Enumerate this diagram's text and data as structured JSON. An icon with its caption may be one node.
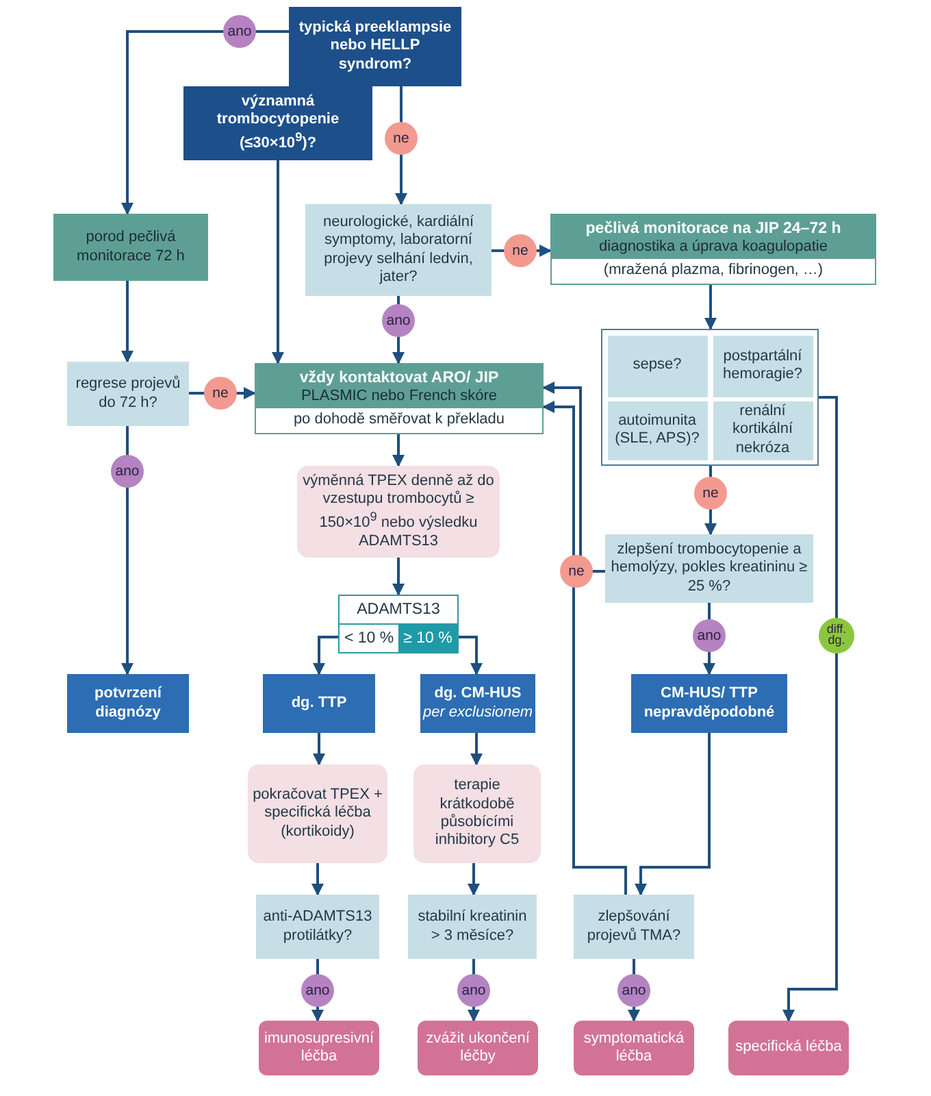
{
  "diagram": {
    "nodes": [
      {
        "text": [
          "typická preeklampsie nebo HELLP syndrom?"
        ]
      },
      {
        "text": [
          "významná trombocytopenie (≤30×10$^{9}$)?"
        ]
      },
      {
        "text": [
          "porod pečlivá monitorace 72 h"
        ]
      },
      {
        "text": [
          "neurologické, kardiální symptomy, laboratorní projevy selhání ledvin, jater?"
        ]
      },
      {
        "text": [
          "pečlivá monitorace na JIP 24–72 h",
          "diagnostika a úprava koagulopatie",
          "(mražená plazma, fibrinogen, …)"
        ]
      },
      {
        "text": [],
        "shape": "box"
      },
      {
        "text": [
          "sepse?"
        ],
        "in": 5
      },
      {
        "text": [
          "postpartální hemoragie?"
        ],
        "in": 5
      },
      {
        "text": [
          "autoimunita (SLE, APS)?"
        ],
        "in": 5
      },
      {
        "text": [
          "renální kortikální nekróza"
        ],
        "in": 5
      },
      {
        "text": [
          "regrese projevů do 72 h?"
        ]
      },
      {
        "text": [
          "vždy kontaktovat ARO/ JIP",
          "PLASMIC nebo French skóre",
          "po dohodě směřovat k překladu"
        ]
      },
      {
        "text": [
          "výměnná TPEX denně až do vzestupu trombocytů ≥ 150×10$^{9}$ nebo výsledku ADAMTS13"
        ]
      },
      {
        "text": [
          "ADAMTS13",
          "< 10 %",
          "≥ 10 %"
        ]
      },
      {
        "text": [
          "zlepšení trombocytopenie a hemolýzy, pokles kreatininu ≥ 25 %?"
        ]
      },
      {
        "text": [
          "potvrzení diagnózy"
        ]
      },
      {
        "text": [
          "dg. TTP"
        ]
      },
      {
        "text": [
          "dg. CM-HUS",
          "per exclusionem"
        ]
      },
      {
        "text": [
          "CM-HUS/ TTP nepravděpodobné"
        ]
      },
      {
        "text": [
          "pokračovat TPEX + specifická léčba (kortikoidy)"
        ]
      },
      {
        "text": [
          "terapie krátkodobě působícími inhibitory C5"
        ]
      },
      {
        "text": [
          "anti-ADAMTS13 protilátky?"
        ]
      },
      {
        "text": [
          "stabilní kreatinin > 3 měsíce?"
        ]
      },
      {
        "text": [
          "zlepšování projevů TMA?"
        ]
      },
      {
        "text": [
          "imunosupresivní léčba"
        ]
      },
      {
        "text": [
          "zvážit ukončení léčby"
        ]
      },
      {
        "text": [
          "symptomatická léčba"
        ]
      },
      {
        "text": [
          "specifická léčba"
        ]
      }
    ],
    "edges": [
      {
        "from": 0,
        "to": 2,
        "arrow": "to",
        "label": "ano"
      },
      {
        "from": 0,
        "to": 3,
        "arrow": "to",
        "label": "ne"
      },
      {
        "from": 1,
        "to": 11,
        "arrow": "to"
      },
      {
        "from": 2,
        "to": 10,
        "arrow": "to"
      },
      {
        "from": 3,
        "to": 4,
        "arrow": "to",
        "label": "ne"
      },
      {
        "from": 3,
        "to": 11,
        "arrow": "to",
        "label": "ano"
      },
      {
        "from": 4,
        "to": 5,
        "arrow": "to"
      },
      {
        "from": 10,
        "to": 11,
        "arrow": "to",
        "label": "ne"
      },
      {
        "from": 10,
        "to": 15,
        "arrow": "to",
        "label": "ano"
      },
      {
        "from": 5,
        "to": 14,
        "arrow": "to",
        "label": "ne"
      },
      {
        "from": 14,
        "to": 11,
        "arrow": "to",
        "label": "ne"
      },
      {
        "from": 14,
        "to": 18,
        "arrow": "to",
        "label": "ano"
      },
      {
        "from": 5,
        "to": 27,
        "arrow": "to",
        "label": "diff. dg."
      },
      {
        "from": 11,
        "to": 12,
        "arrow": "to"
      },
      {
        "from": 12,
        "to": 13,
        "arrow": "to"
      },
      {
        "from": 13,
        "to": 16,
        "arrow": "to"
      },
      {
        "from": 13,
        "to": 17,
        "arrow": "to"
      },
      {
        "from": 18,
        "to": 23,
        "arrow": "to"
      },
      {
        "from": 23,
        "to": 11,
        "arrow": "to"
      },
      {
        "from": 16,
        "to": 19,
        "arrow": "to"
      },
      {
        "from": 17,
        "to": 20,
        "arrow": "to"
      },
      {
        "from": 19,
        "to": 21,
        "arrow": "to"
      },
      {
        "from": 20,
        "to": 22,
        "arrow": "to"
      },
      {
        "from": 21,
        "to": 24,
        "arrow": "to",
        "label": "ano"
      },
      {
        "from": 22,
        "to": 25,
        "arrow": "to",
        "label": "ano"
      },
      {
        "from": 23,
        "to": 26,
        "arrow": "to",
        "label": "ano"
      }
    ]
  }
}
